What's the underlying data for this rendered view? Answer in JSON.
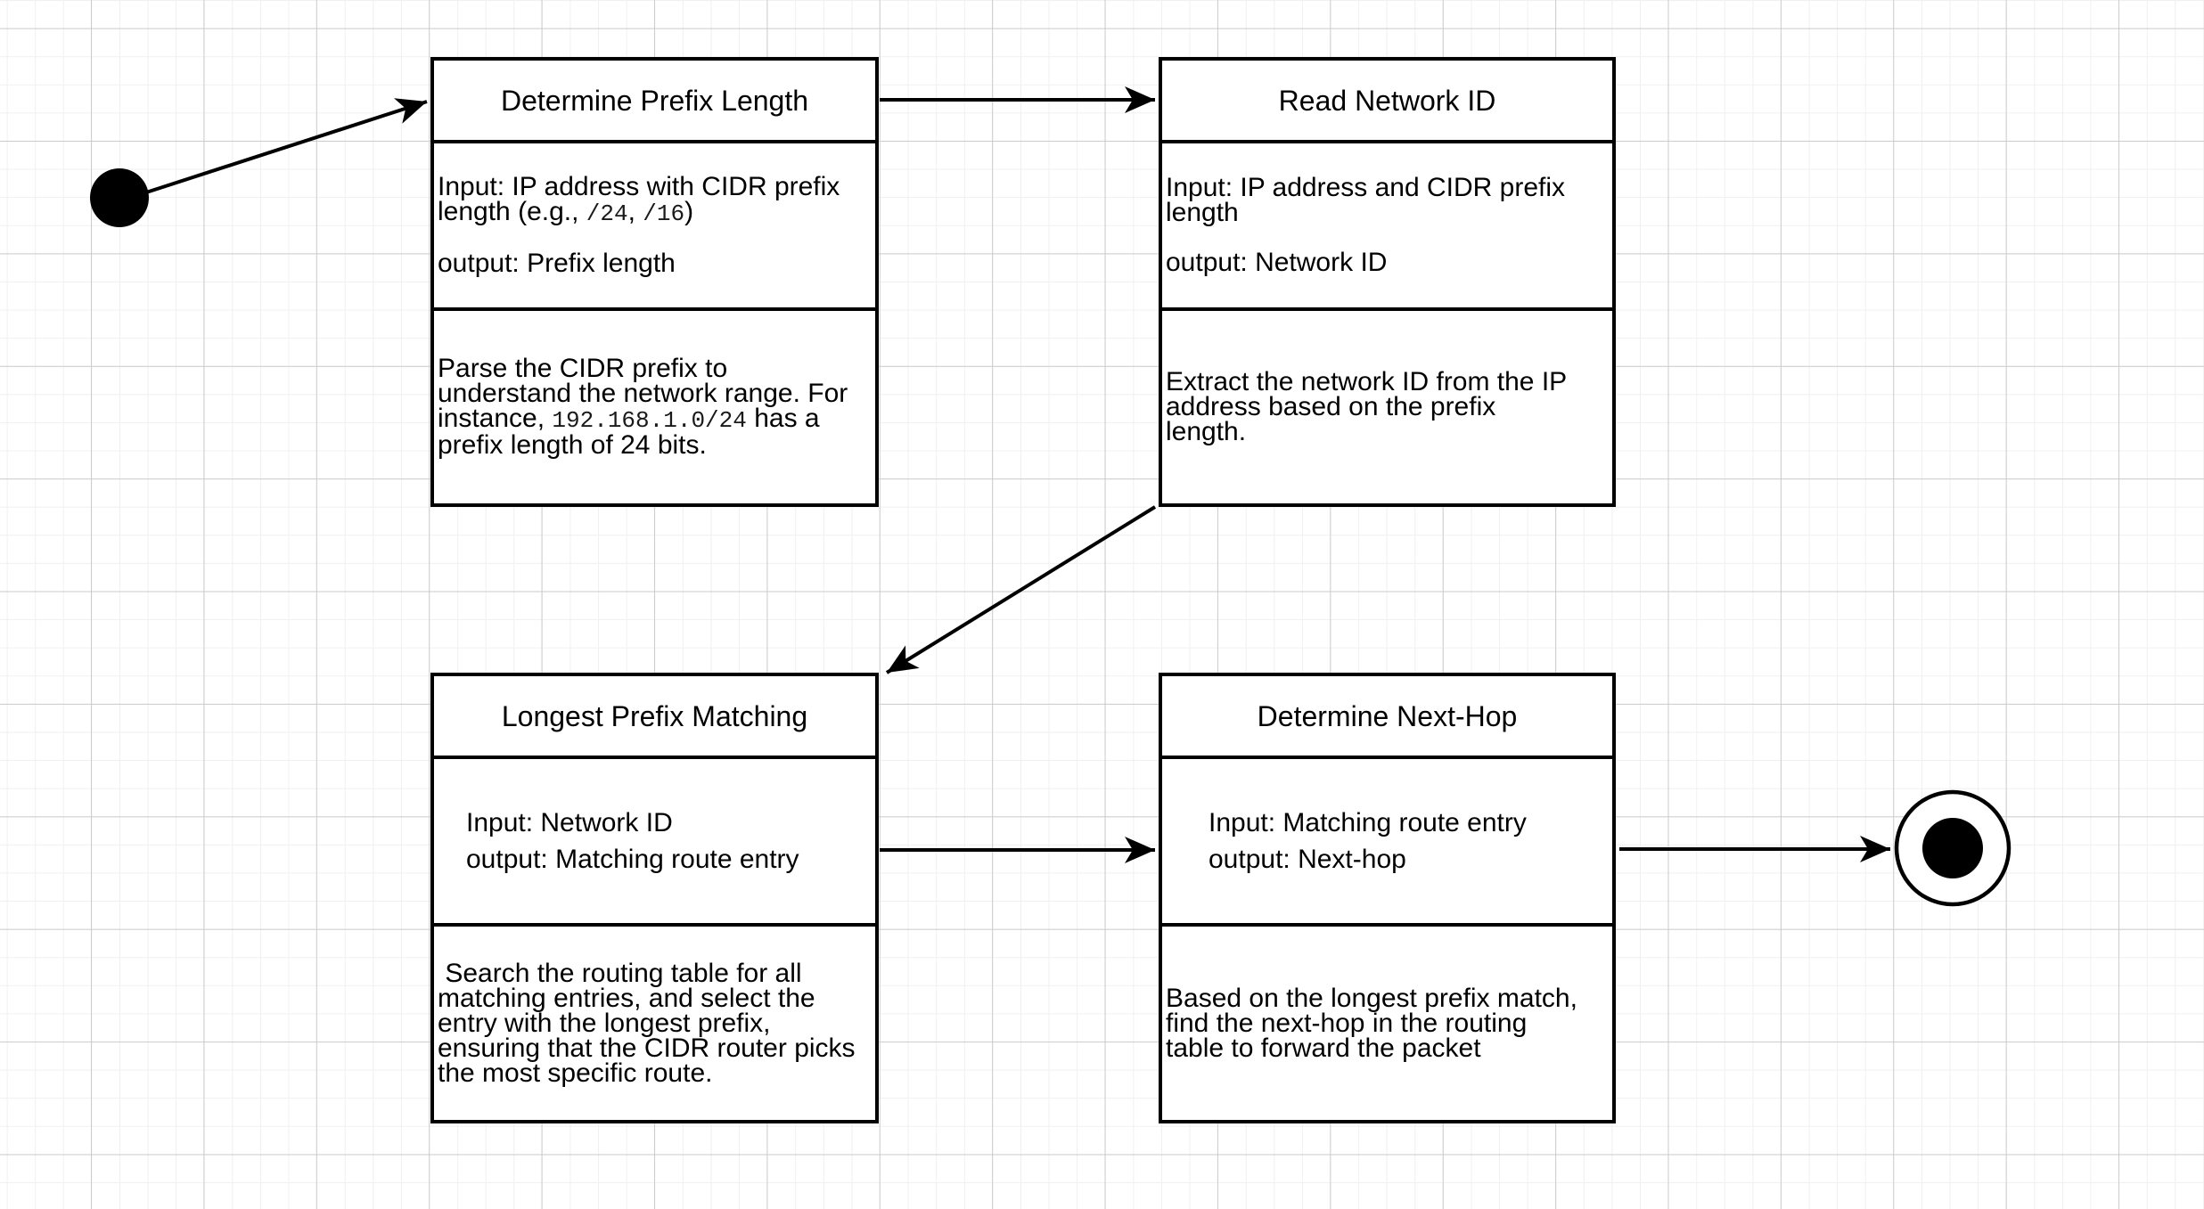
{
  "diagram": {
    "type": "uml-activity-flowchart",
    "colors": {
      "node_stroke": "#000000",
      "node_fill": "#ffffff",
      "text": "#000000",
      "canvas_bg": "#ffffff",
      "grid_minor": "#f0f0f0",
      "grid_major": "#cccccc"
    },
    "start_node": {
      "id": "start",
      "shape": "filled-circle"
    },
    "end_node": {
      "id": "end",
      "shape": "circled-filled-circle"
    },
    "nodes": [
      {
        "id": "determine-prefix-length",
        "title": "Determine Prefix Length",
        "io": [
          {
            "lines": [
              [
                "Input: IP address with CIDR prefix"
              ],
              [
                "length (e.g., ",
                {
                  "mono": "/24"
                },
                ", ",
                {
                  "mono": "/16"
                },
                ")"
              ]
            ]
          },
          {
            "lines": [
              [
                "output: Prefix length"
              ]
            ]
          }
        ],
        "desc": [
          {
            "lines": [
              [
                "Parse the CIDR prefix to"
              ],
              [
                "understand the network range. For"
              ],
              [
                "instance, ",
                {
                  "mono": "192.168.1.0/24"
                },
                " has a"
              ],
              [
                "prefix length of 24 bits."
              ]
            ]
          }
        ]
      },
      {
        "id": "read-network-id",
        "title": "Read Network ID",
        "io": [
          {
            "lines": [
              [
                "Input: IP address and CIDR prefix"
              ],
              [
                "length"
              ]
            ]
          },
          {
            "lines": [
              [
                "output: Network ID"
              ]
            ]
          }
        ],
        "desc": [
          {
            "lines": [
              [
                "Extract the network ID from the IP"
              ],
              [
                "address based on the prefix"
              ],
              [
                "length."
              ]
            ]
          }
        ]
      },
      {
        "id": "longest-prefix-matching",
        "title": "Longest Prefix Matching",
        "io": [
          {
            "lines": [
              [
                "Input: Network ID"
              ]
            ]
          },
          {
            "lines": [
              [
                "output: Matching route entry"
              ]
            ]
          }
        ],
        "desc": [
          {
            "lines": [
              [
                " Search the routing table for all"
              ],
              [
                "matching entries, and select the"
              ],
              [
                "entry with the longest prefix,"
              ],
              [
                "ensuring that the CIDR router picks"
              ],
              [
                "the most specific route."
              ]
            ]
          }
        ]
      },
      {
        "id": "determine-next-hop",
        "title": "Determine Next-Hop",
        "io": [
          {
            "lines": [
              [
                "Input: Matching route entry"
              ]
            ]
          },
          {
            "lines": [
              [
                "output: Next-hop"
              ]
            ]
          }
        ],
        "desc": [
          {
            "lines": [
              [
                "Based on the longest prefix match,"
              ],
              [
                "find the next-hop in the routing"
              ],
              [
                "table to forward the packet"
              ]
            ]
          }
        ]
      }
    ],
    "edges": [
      {
        "id": "e1",
        "from": "start",
        "to": "determine-prefix-length"
      },
      {
        "id": "e2",
        "from": "determine-prefix-length",
        "to": "read-network-id"
      },
      {
        "id": "e3",
        "from": "read-network-id",
        "to": "longest-prefix-matching"
      },
      {
        "id": "e4",
        "from": "longest-prefix-matching",
        "to": "determine-next-hop"
      },
      {
        "id": "e5",
        "from": "determine-next-hop",
        "to": "end"
      }
    ]
  }
}
